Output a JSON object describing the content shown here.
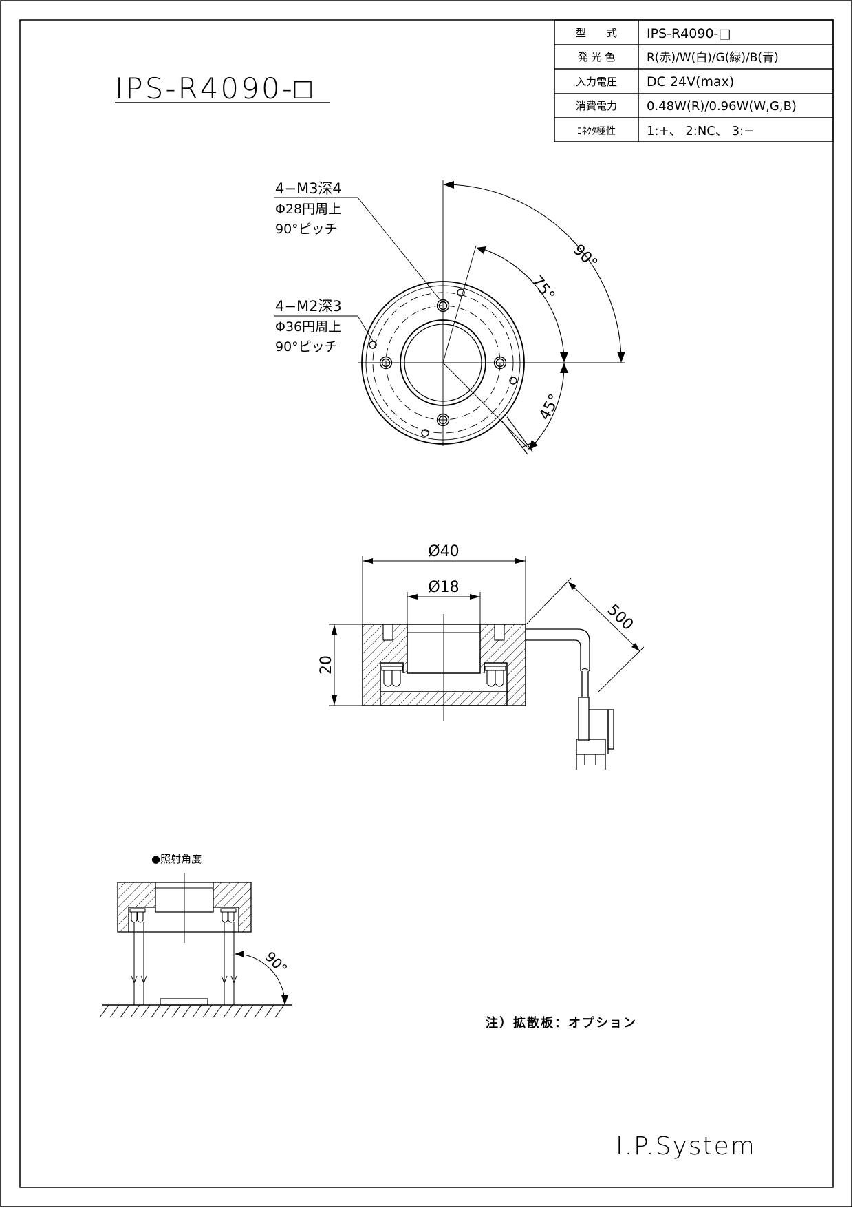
{
  "title": "IPS-R4090-□",
  "spec_table": [
    {
      "label": "型　　式",
      "value": "IPS-R4090-□"
    },
    {
      "label": "発 光 色",
      "value": "R(赤)/W(白)/G(緑)/B(青)"
    },
    {
      "label": "入力電圧",
      "value": "DC 24V(max)"
    },
    {
      "label": "消費電力",
      "value": "0.48W(R)/0.96W(W,G,B)"
    },
    {
      "label": "ｺﾈｸﾀ極性",
      "value": "1:+、 2:NC、 3:−"
    }
  ],
  "top_view": {
    "m3_label": [
      "4−M3深4",
      "Φ28円周上",
      "90°ピッチ"
    ],
    "m2_label": [
      "4−M2深3",
      "Φ36円周上",
      "90°ピッチ"
    ],
    "angle_90": "90°",
    "angle_75": "75°",
    "angle_45": "45°"
  },
  "section_view": {
    "dim_outer": "Ø40",
    "dim_inner": "Ø18",
    "dim_height": "20",
    "dim_cable": "500"
  },
  "illum": {
    "heading": "●照射角度",
    "angle": "90°"
  },
  "note": "注）拡散板：オプション",
  "company": "I.P.System"
}
